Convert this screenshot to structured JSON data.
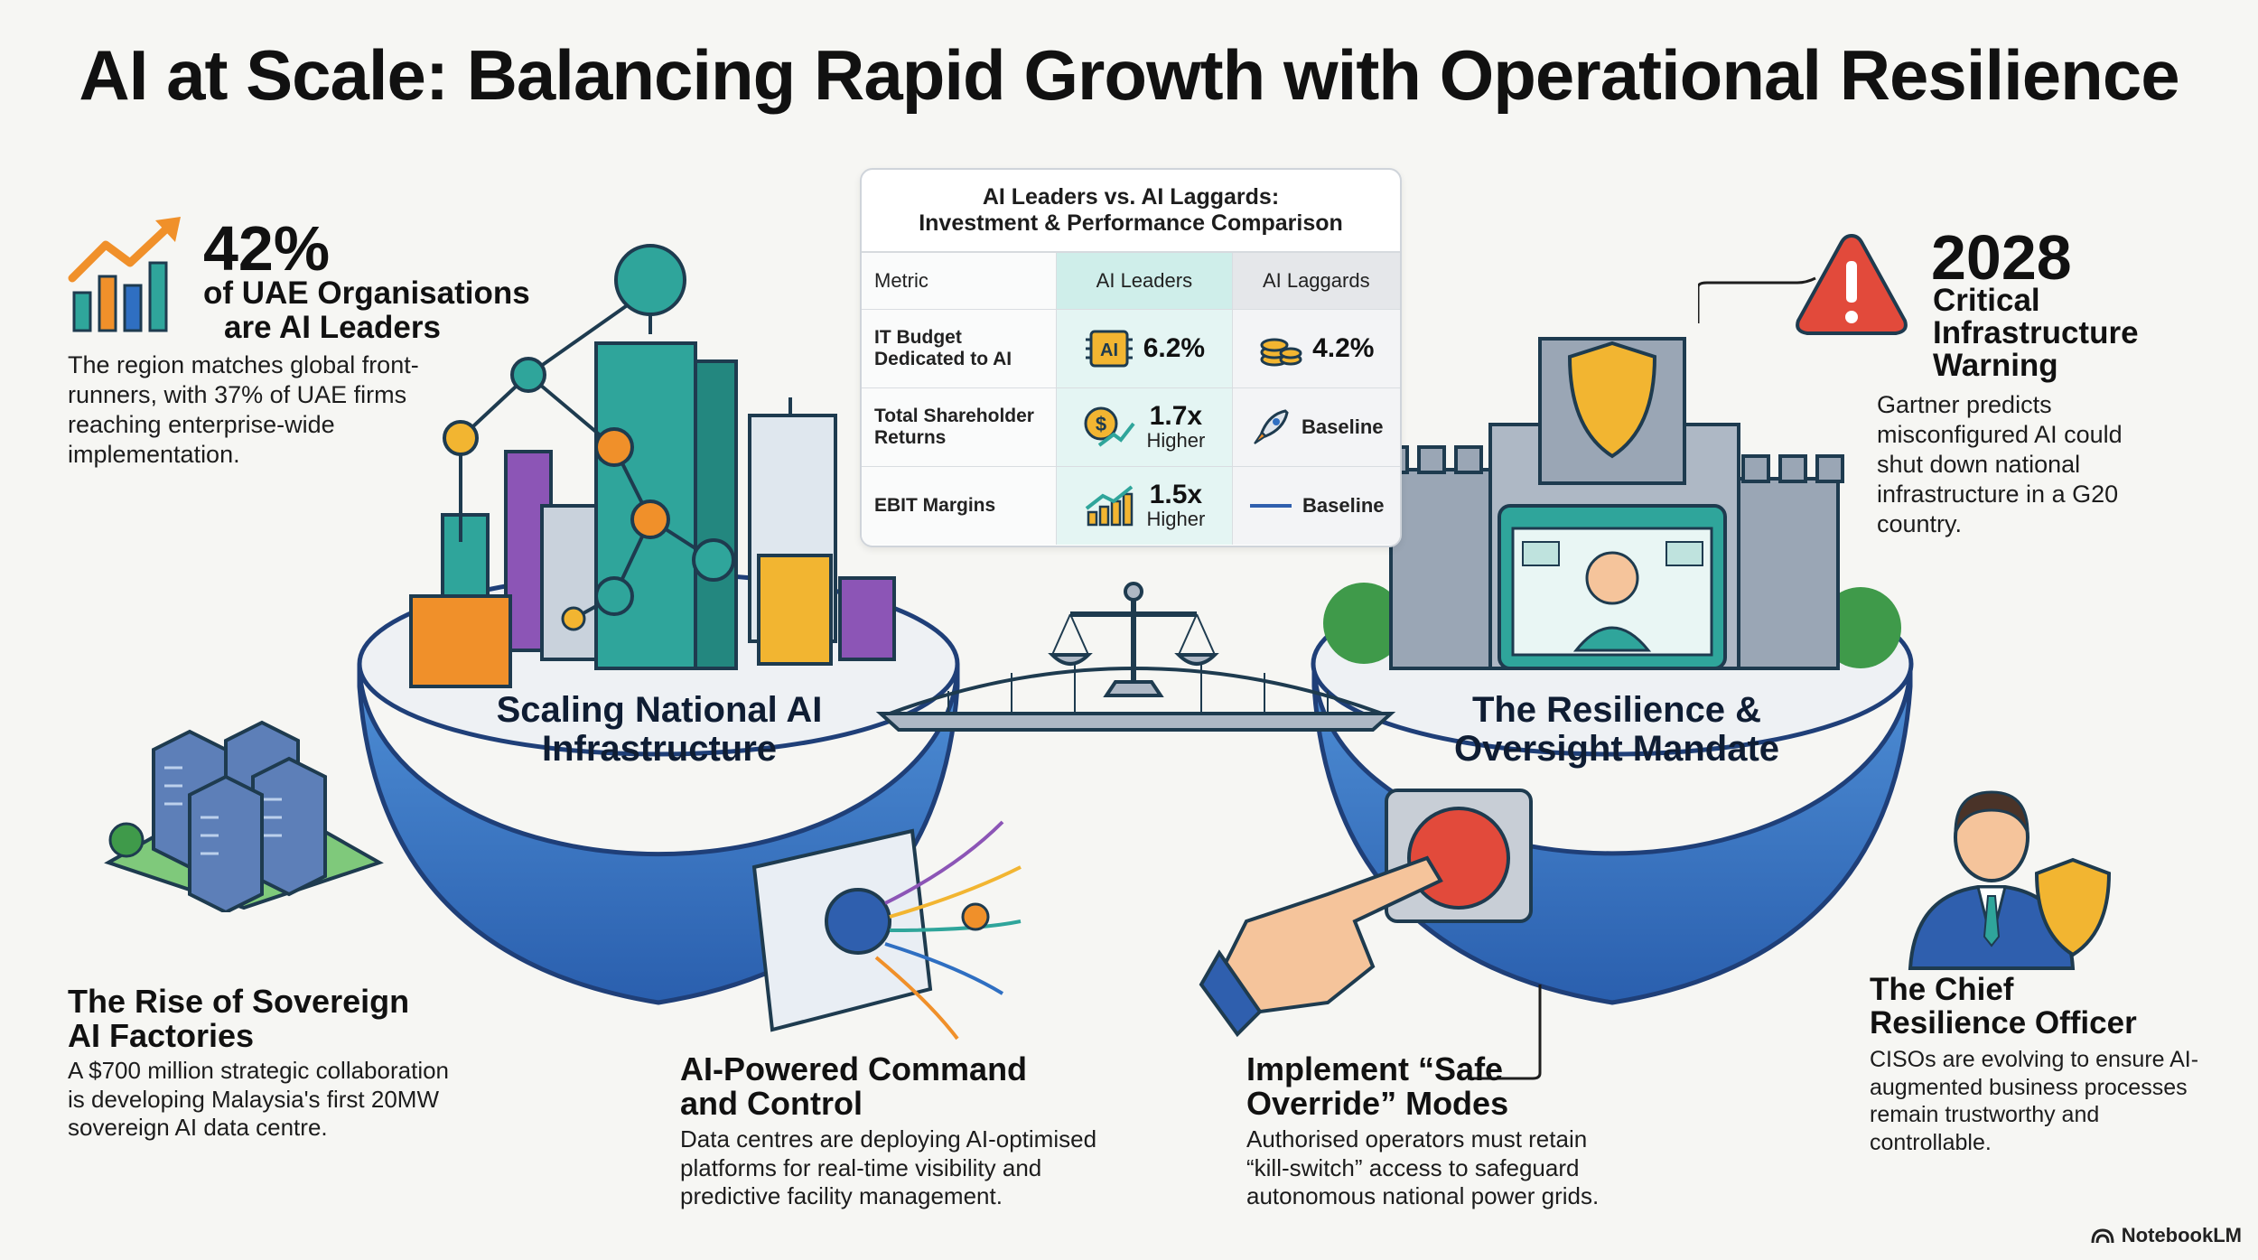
{
  "title": "AI at Scale: Balancing Rapid Growth with Operational Resilience",
  "left_stat": {
    "value": "42%",
    "label_line1": "of UAE Organisations",
    "label_line2": "are AI Leaders",
    "body": "The region matches global front-runners, with 37% of UAE firms reaching enterprise-wide implementation."
  },
  "right_stat": {
    "value": "2028",
    "label_line1": "Critical",
    "label_line2": "Infrastructure",
    "label_line3": "Warning",
    "body": "Gartner predicts misconfigured AI could shut down national infrastructure in a G20 country."
  },
  "table": {
    "title_line1": "AI Leaders vs. AI Laggards:",
    "title_line2": "Investment & Performance Comparison",
    "headers": [
      "Metric",
      "AI Leaders",
      "AI Laggards"
    ],
    "rows": [
      {
        "metric": "IT Budget Dedicated to AI",
        "leaders": "6.2%",
        "leaders_sub": "",
        "laggards": "4.2%"
      },
      {
        "metric": "Total Shareholder Returns",
        "leaders": "1.7x",
        "leaders_sub": "Higher",
        "laggards": "Baseline"
      },
      {
        "metric": "EBIT Margins",
        "leaders": "1.5x",
        "leaders_sub": "Higher",
        "laggards": "Baseline"
      }
    ],
    "chip_label": "AI"
  },
  "islands": {
    "left_label": "Scaling National AI Infrastructure",
    "right_label": "The Resilience & Oversight Mandate"
  },
  "features": {
    "sovereign": {
      "heading": "The Rise of Sovereign AI Factories",
      "body": "A $700 million strategic collaboration is developing Malaysia's first 20MW sovereign AI data centre."
    },
    "command": {
      "heading": "AI-Powered Command and Control",
      "body": "Data centres are deploying AI-optimised platforms for real-time visibility and predictive facility management."
    },
    "override": {
      "heading_line1": "Implement “Safe",
      "heading_line2": "Override” Modes",
      "body": "Authorised operators must retain “kill-switch” access to safeguard autonomous national power grids."
    },
    "cro": {
      "heading_line1": "The Chief",
      "heading_line2": "Resilience Officer",
      "body": "CISOs are evolving to ensure AI-augmented business processes remain trustworthy and controllable."
    }
  },
  "badge": "NotebookLM",
  "colors": {
    "teal": "#2fa59b",
    "blue": "#2f6fc2",
    "orange": "#f0902a",
    "purple": "#8c55b6",
    "gold": "#f2b531",
    "red": "#e24a3b"
  }
}
